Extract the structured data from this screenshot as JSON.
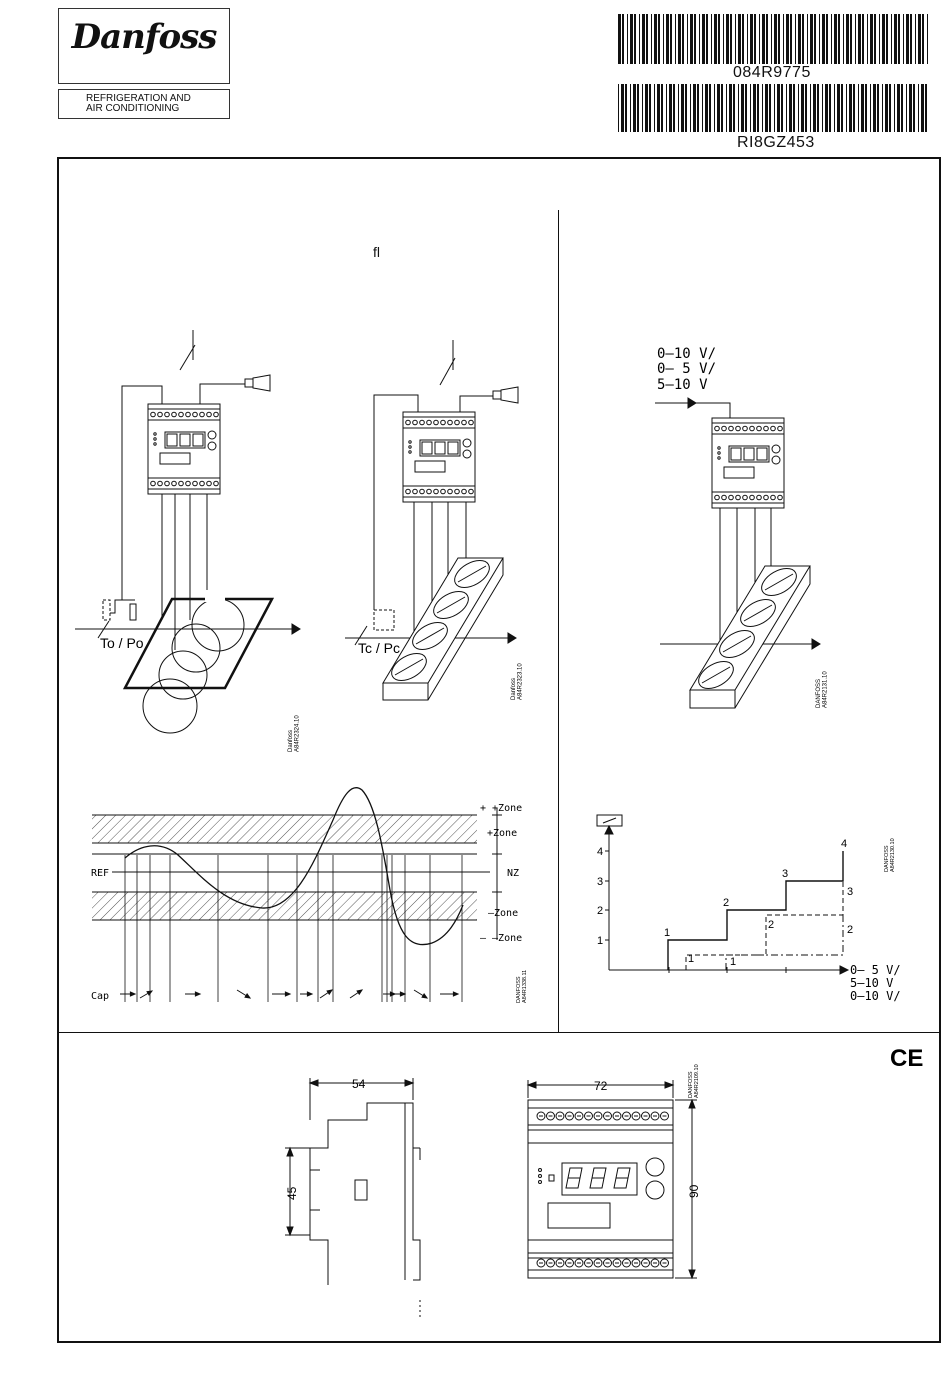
{
  "header": {
    "brand": "Danfoss",
    "division_line1": "REFRIGERATION AND",
    "division_line2": "AIR CONDITIONING",
    "barcode1_text": "084R9775",
    "barcode2_text": "RI8GZ453"
  },
  "stray_char": "fl",
  "figure_codes": {
    "left_plant": "Danfoss\nA84R2324.10",
    "middle_plant": "Danfoss\nA84R2323.10",
    "right_plant": "DANFOSS\nA84R2131.10",
    "zone_chart": "DANFOSS\nA84R1338.11",
    "step_chart": "DANFOSS\nA84R2130.10",
    "dimensions": "DANFOSS\nA84R2109.10"
  },
  "plant_labels": {
    "left_sensor": "To / Po",
    "middle_sensor": "Tc / Pc"
  },
  "input_labels": [
    "0–10  V/",
    "0–  5  V/",
    "5–10  V"
  ],
  "zone_chart": {
    "zones": [
      "+ +Zone",
      "+Zone",
      "NZ",
      "–Zone",
      "– –Zone"
    ],
    "ref_label": "REF",
    "cap_label": "Cap"
  },
  "step_chart": {
    "y_ticks": [
      "4",
      "3",
      "2",
      "1"
    ],
    "step_numbers_solid": [
      "1",
      "2",
      "3",
      "4"
    ],
    "step_numbers_dashed": [
      "1",
      "2",
      "3"
    ],
    "step_numbers_dashdot": [
      "1",
      "2"
    ],
    "x_labels": [
      "0–  5  V/",
      "5–10  V",
      "0–10  V/"
    ]
  },
  "dimensions": {
    "width_side": "54",
    "height_rail": "45",
    "width_front": "72",
    "height_front": "90",
    "mark": "CE"
  }
}
